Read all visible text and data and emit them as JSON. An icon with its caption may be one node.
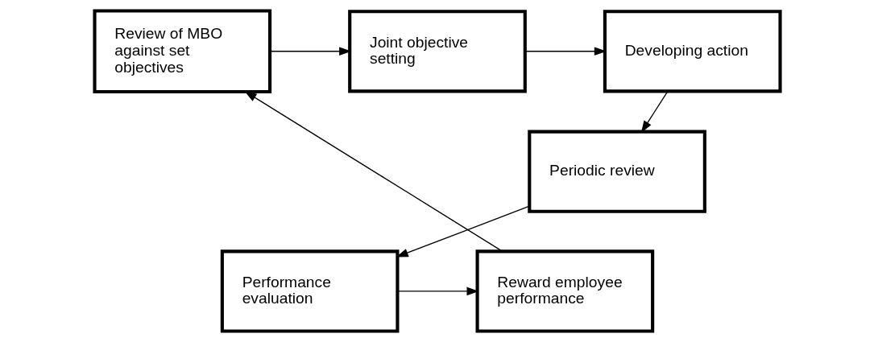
{
  "diagram": {
    "nodes": [
      {
        "text": [
          "Review of MBO against set objectives"
        ]
      },
      {
        "text": [
          "Joint objective setting"
        ]
      },
      {
        "text": [
          "Developing action"
        ]
      },
      {
        "text": [
          "Periodic review"
        ]
      },
      {
        "text": [
          "Performance evaluation"
        ]
      },
      {
        "text": [
          "Reward employee performance"
        ]
      }
    ],
    "edges": [
      {
        "from": 0,
        "to": 1,
        "arrow": "to"
      },
      {
        "from": 1,
        "to": 2,
        "arrow": "to"
      },
      {
        "from": 2,
        "to": 3,
        "arrow": "to"
      },
      {
        "from": 3,
        "to": 4,
        "arrow": "to"
      },
      {
        "from": 4,
        "to": 5,
        "arrow": "to"
      },
      {
        "from": 5,
        "to": 0,
        "arrow": "to"
      }
    ]
  }
}
